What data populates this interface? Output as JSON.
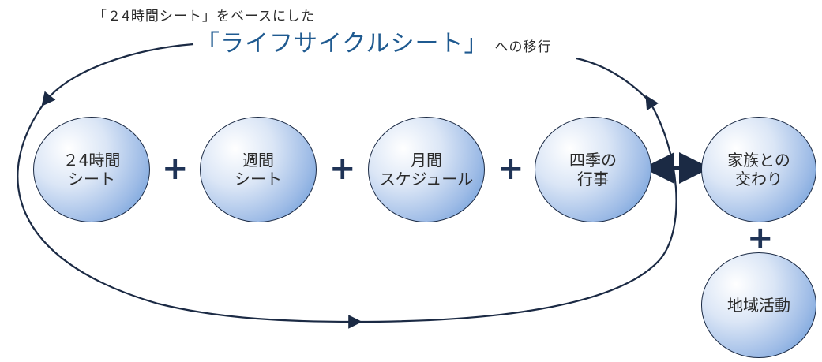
{
  "header": {
    "subtitle": "「２4時間シート」をベースにした",
    "title": "「ライフサイクルシート」",
    "title_suffix": "への移行"
  },
  "nodes": {
    "sheet24": "２4時間\nシート",
    "weekly": "週間\nシート",
    "monthly": "月間\nスケジュール",
    "seasonal": "四季の\n行事",
    "family": "家族との\n交わり",
    "community": "地域活動"
  },
  "operators": {
    "plus": "+"
  },
  "colors": {
    "line": "#1b2a44",
    "title": "#1f5a90",
    "circle_dark": "#5b92d4"
  }
}
